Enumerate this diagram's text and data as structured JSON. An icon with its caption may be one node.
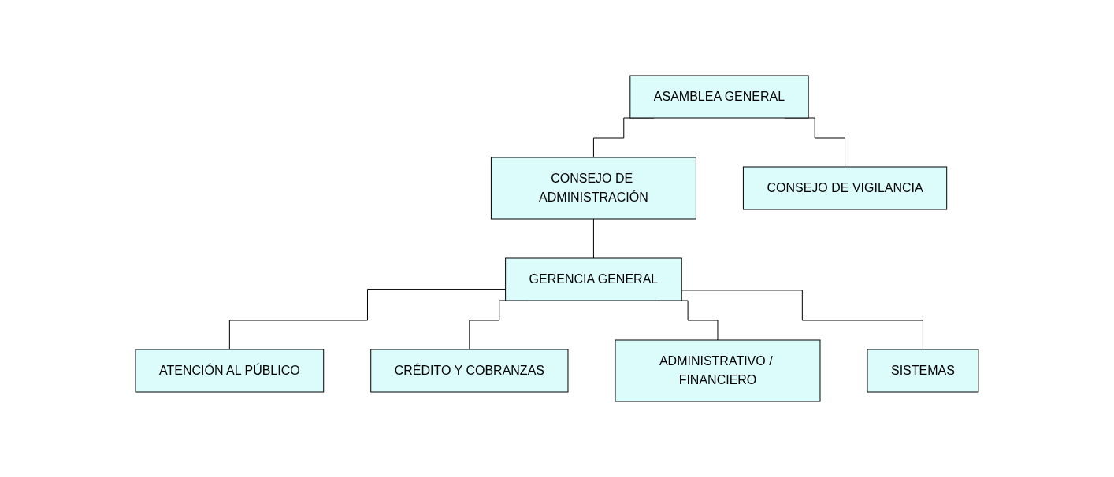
{
  "diagram": {
    "nodes": [
      {
        "text": [
          "ASAMBLEA GENERAL"
        ]
      },
      {
        "text": [
          "CONSEJO DE ADMINISTRACIÓN"
        ]
      },
      {
        "text": [
          "CONSEJO DE VIGILANCIA"
        ]
      },
      {
        "text": [
          "GERENCIA GENERAL"
        ]
      },
      {
        "text": [
          "ATENCIÓN AL PÚBLICO"
        ]
      },
      {
        "text": [
          "CRÉDITO Y COBRANZAS"
        ]
      },
      {
        "text": [
          "ADMINISTRATIVO / FINANCIERO"
        ]
      },
      {
        "text": [
          "SISTEMAS"
        ]
      }
    ],
    "edges": [
      {
        "from": 0,
        "to": 1,
        "arrow": "none"
      },
      {
        "from": 0,
        "to": 2,
        "arrow": "none"
      },
      {
        "from": 1,
        "to": 3,
        "arrow": "none"
      },
      {
        "from": 3,
        "to": 4,
        "arrow": "none"
      },
      {
        "from": 3,
        "to": 5,
        "arrow": "none"
      },
      {
        "from": 3,
        "to": 6,
        "arrow": "none"
      },
      {
        "from": 3,
        "to": 7,
        "arrow": "none"
      }
    ]
  }
}
